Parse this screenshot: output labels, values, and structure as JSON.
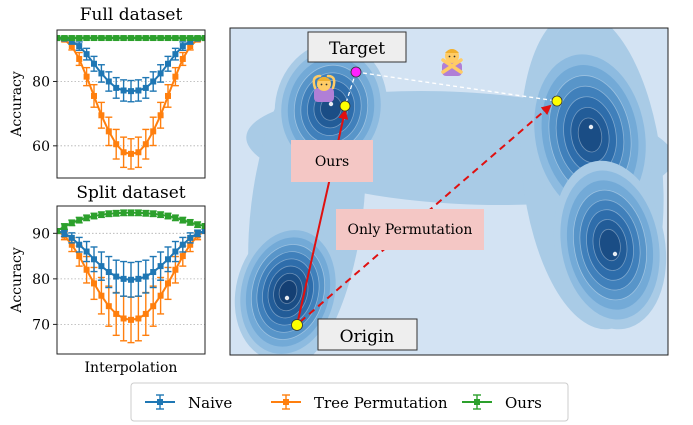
{
  "chart_data": [
    {
      "type": "line",
      "title": "Full dataset",
      "xlabel": "",
      "ylabel": "Accuracy",
      "xlim": [
        0,
        1
      ],
      "ylim": [
        50,
        96
      ],
      "yticks": [
        60,
        80
      ],
      "grid": "y-dotted",
      "x": [
        0,
        0.05,
        0.1,
        0.15,
        0.2,
        0.25,
        0.3,
        0.35,
        0.4,
        0.45,
        0.5,
        0.55,
        0.6,
        0.65,
        0.7,
        0.75,
        0.8,
        0.85,
        0.9,
        0.95,
        1.0
      ],
      "series": [
        {
          "name": "Naive",
          "color": "#1f77b4",
          "values": [
            93.5,
            93.3,
            92.5,
            91.0,
            88.5,
            85.5,
            82.5,
            80.0,
            78.0,
            77.2,
            77.0,
            77.2,
            78.0,
            80.0,
            82.5,
            85.5,
            88.5,
            91.0,
            92.5,
            93.3,
            93.5
          ],
          "err": [
            0.3,
            0.5,
            0.9,
            1.3,
            1.8,
            2.3,
            2.7,
            3.0,
            3.2,
            3.3,
            3.3,
            3.3,
            3.2,
            3.0,
            2.7,
            2.3,
            1.8,
            1.3,
            0.9,
            0.5,
            0.3
          ]
        },
        {
          "name": "Tree Permutation",
          "color": "#ff7f0e",
          "values": [
            93.5,
            93.0,
            91.0,
            87.0,
            81.5,
            75.5,
            69.5,
            64.5,
            60.5,
            58.0,
            57.5,
            58.0,
            60.5,
            64.5,
            69.5,
            75.5,
            81.5,
            87.0,
            91.0,
            93.0,
            93.5
          ],
          "err": [
            0.3,
            0.6,
            1.2,
            2.0,
            2.8,
            3.5,
            4.0,
            4.4,
            4.6,
            4.7,
            4.7,
            4.7,
            4.6,
            4.4,
            4.0,
            3.5,
            2.8,
            2.0,
            1.2,
            0.6,
            0.3
          ]
        },
        {
          "name": "Ours",
          "color": "#2ca02c",
          "values": [
            93.5,
            93.5,
            93.5,
            93.5,
            93.5,
            93.5,
            93.5,
            93.5,
            93.5,
            93.5,
            93.5,
            93.5,
            93.5,
            93.5,
            93.5,
            93.5,
            93.5,
            93.5,
            93.5,
            93.5,
            93.5
          ],
          "err": [
            0.6,
            0.6,
            0.6,
            0.6,
            0.6,
            0.6,
            0.6,
            0.6,
            0.6,
            0.6,
            0.6,
            0.6,
            0.6,
            0.6,
            0.6,
            0.6,
            0.6,
            0.6,
            0.6,
            0.6,
            0.6
          ]
        }
      ]
    },
    {
      "type": "line",
      "title": "Split dataset",
      "xlabel": "Interpolation",
      "ylabel": "Accuracy",
      "xlim": [
        0,
        1
      ],
      "ylim": [
        63.5,
        96
      ],
      "yticks": [
        70,
        80,
        90
      ],
      "grid": "y-dotted",
      "x": [
        0,
        0.05,
        0.1,
        0.15,
        0.2,
        0.25,
        0.3,
        0.35,
        0.4,
        0.45,
        0.5,
        0.55,
        0.6,
        0.65,
        0.7,
        0.75,
        0.8,
        0.85,
        0.9,
        0.95,
        1.0
      ],
      "series": [
        {
          "name": "Naive",
          "color": "#1f77b4",
          "values": [
            90.5,
            90.0,
            89.0,
            87.5,
            86.0,
            84.3,
            82.8,
            81.5,
            80.5,
            80.0,
            79.8,
            80.0,
            80.5,
            81.5,
            82.8,
            84.3,
            86.0,
            87.5,
            89.0,
            90.0,
            90.5
          ],
          "err": [
            0.4,
            0.7,
            1.1,
            1.6,
            2.2,
            2.7,
            3.1,
            3.4,
            3.6,
            3.8,
            3.8,
            3.8,
            3.6,
            3.4,
            3.1,
            2.7,
            2.2,
            1.6,
            1.1,
            0.7,
            0.4
          ]
        },
        {
          "name": "Tree Permutation",
          "color": "#ff7f0e",
          "values": [
            90.5,
            89.5,
            87.5,
            85.0,
            82.0,
            79.0,
            76.3,
            74.0,
            72.3,
            71.3,
            71.0,
            71.3,
            72.3,
            74.0,
            76.3,
            79.0,
            82.0,
            85.0,
            87.5,
            89.5,
            90.5
          ],
          "err": [
            0.5,
            0.9,
            1.5,
            2.2,
            2.9,
            3.5,
            4.0,
            4.4,
            4.7,
            4.9,
            5.0,
            4.9,
            4.7,
            4.4,
            4.0,
            3.5,
            2.9,
            2.2,
            1.5,
            0.9,
            0.5
          ]
        },
        {
          "name": "Ours",
          "color": "#2ca02c",
          "values": [
            90.5,
            91.5,
            92.3,
            92.9,
            93.4,
            93.8,
            94.1,
            94.3,
            94.4,
            94.5,
            94.5,
            94.5,
            94.4,
            94.3,
            94.1,
            93.8,
            93.4,
            92.9,
            92.4,
            91.9,
            91.6
          ],
          "err": [
            0.5,
            0.6,
            0.6,
            0.6,
            0.6,
            0.6,
            0.6,
            0.6,
            0.6,
            0.6,
            0.6,
            0.6,
            0.6,
            0.6,
            0.6,
            0.6,
            0.6,
            0.6,
            0.6,
            0.6,
            0.5
          ]
        }
      ]
    }
  ],
  "legend": {
    "placement": "bottom",
    "entries": [
      {
        "label": "Naive",
        "color": "#1f77b4"
      },
      {
        "label": "Tree Permutation",
        "color": "#ff7f0e"
      },
      {
        "label": "Ours",
        "color": "#2ca02c"
      }
    ]
  },
  "landscape": {
    "background": "#d3e3f3",
    "labels": {
      "target": "Target",
      "origin": "Origin",
      "ours": "Ours",
      "only_permutation": "Only Permutation"
    },
    "path_color": "#e01010",
    "point_color": "#ffff00",
    "target_point_color": "#ff22ff",
    "icons": [
      "person-gesturing-ok-icon",
      "person-gesturing-no-icon"
    ]
  }
}
